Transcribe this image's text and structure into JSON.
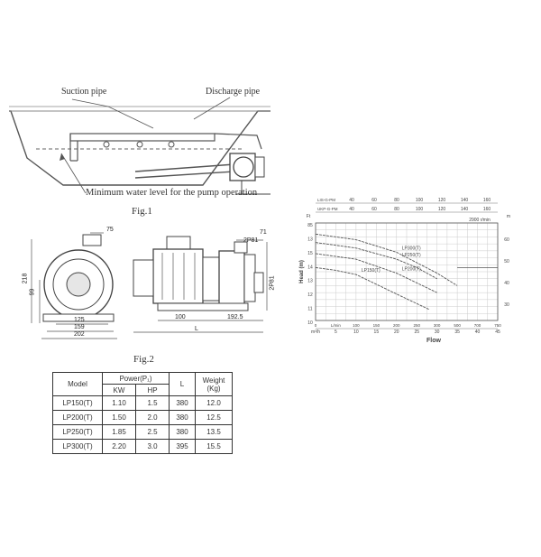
{
  "fig1": {
    "suction_label": "Suction pipe",
    "discharge_label": "Discharge pipe",
    "min_level_label": "Minimum water level for the pump operation",
    "caption": "Fig.1"
  },
  "fig2": {
    "caption": "Fig.2",
    "dims": {
      "d75": "75",
      "d218": "218",
      "d99": "99",
      "d125": "125",
      "d159": "159",
      "d202": "202",
      "d71": "71",
      "d2P81": "2P81",
      "d2P81b": "2P81",
      "d100": "100",
      "d192": "192.5",
      "dL": "L"
    }
  },
  "chart_data": {
    "type": "line",
    "xlabel": "Flow",
    "ylabel": "Head (m)",
    "top_axis_labels": [
      "LIS-G-PM",
      "UKP-G-PM"
    ],
    "top_ticks_a": [
      "40",
      "60",
      "80",
      "100",
      "120",
      "140",
      "160"
    ],
    "top_ticks_b": [
      "40",
      "60",
      "80",
      "100",
      "120",
      "140",
      "160"
    ],
    "rpm": "2900 r/min",
    "left_unit": "Ft",
    "right_unit": "m",
    "left_ticks": [
      "85",
      "13",
      "15",
      "14",
      "13",
      "12",
      "11",
      "10"
    ],
    "right_ticks": [
      "60",
      "50",
      "40",
      "30"
    ],
    "bottom_ticks_m3": [
      "m³/h",
      "5",
      "10",
      "15",
      "20",
      "25",
      "30",
      "35",
      "40",
      "45"
    ],
    "bottom_ticks_lpm": [
      "0",
      "L/min",
      "100",
      "150",
      "200",
      "250",
      "300",
      "500",
      "700",
      "750"
    ],
    "series": [
      {
        "name": "LP300(T)",
        "x": [
          0,
          10,
          20,
          30,
          35
        ],
        "y": [
          15.2,
          14.8,
          13.9,
          12.4,
          11.5
        ]
      },
      {
        "name": "LP250(T)",
        "x": [
          0,
          10,
          20,
          25,
          30
        ],
        "y": [
          14.6,
          14.2,
          13.4,
          12.8,
          12.0
        ]
      },
      {
        "name": "LP150(T)",
        "x": [
          0,
          5,
          10,
          20,
          28
        ],
        "y": [
          12.8,
          12.6,
          12.3,
          10.9,
          9.8
        ]
      },
      {
        "name": "LP200(T)",
        "x": [
          0,
          10,
          20,
          30
        ],
        "y": [
          13.8,
          13.4,
          12.4,
          11.0
        ]
      }
    ]
  },
  "table": {
    "headers": {
      "model": "Model",
      "power": "Power(P₁)",
      "kw": "KW",
      "hp": "HP",
      "l": "L",
      "weight": "Weight",
      "weight_unit": "(Kg)"
    },
    "rows": [
      {
        "model": "LP150(T)",
        "kw": "1.10",
        "hp": "1.5",
        "l": "380",
        "weight": "12.0"
      },
      {
        "model": "LP200(T)",
        "kw": "1.50",
        "hp": "2.0",
        "l": "380",
        "weight": "12.5"
      },
      {
        "model": "LP250(T)",
        "kw": "1.85",
        "hp": "2.5",
        "l": "380",
        "weight": "13.5"
      },
      {
        "model": "LP300(T)",
        "kw": "2.20",
        "hp": "3.0",
        "l": "395",
        "weight": "15.5"
      }
    ]
  }
}
